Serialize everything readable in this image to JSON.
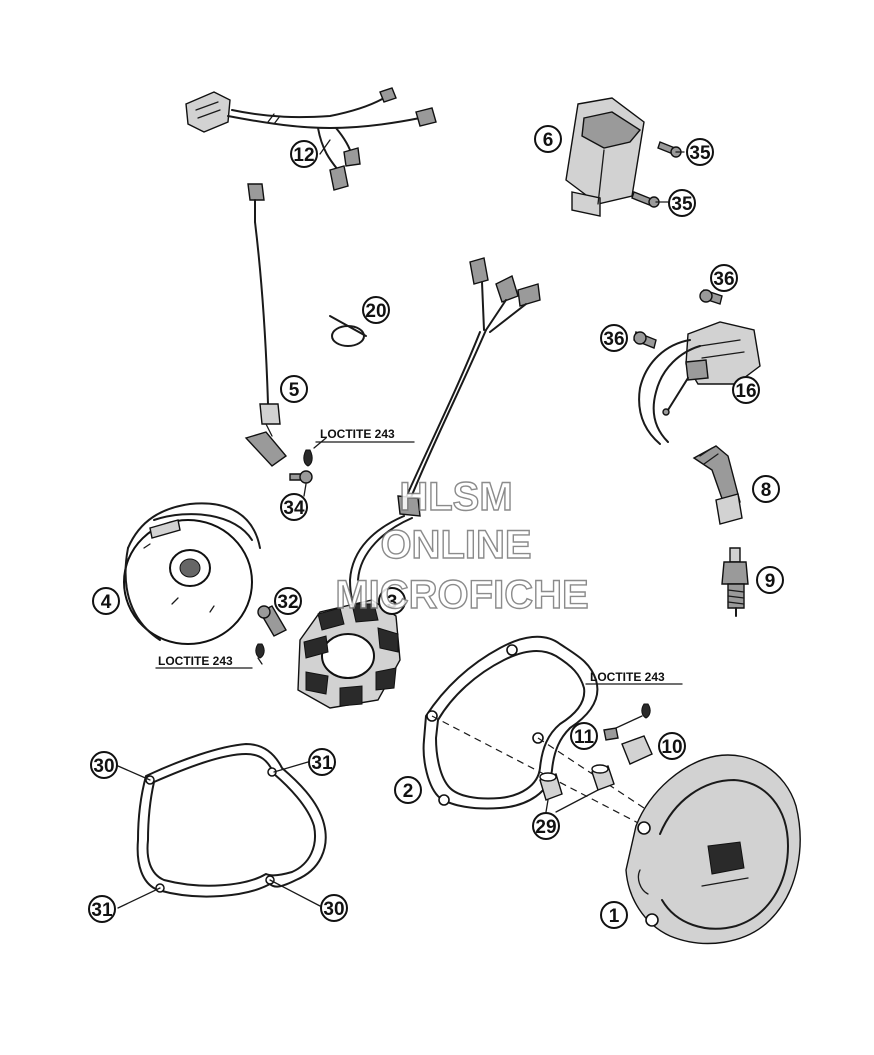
{
  "watermark": {
    "line1": "HLSM",
    "line2": "ONLINE",
    "line3": "MICROFICHE"
  },
  "loctite": {
    "label_34": "LOCTITE 243",
    "label_32": "LOCTITE 243",
    "label_11": "LOCTITE 243"
  },
  "callouts": {
    "c1": "1",
    "c2": "2",
    "c3": "3",
    "c4": "4",
    "c5": "5",
    "c6": "6",
    "c8": "8",
    "c9": "9",
    "c10": "10",
    "c11": "11",
    "c12": "12",
    "c16": "16",
    "c20": "20",
    "c29": "29",
    "c30a": "30",
    "c30b": "30",
    "c31a": "31",
    "c31b": "31",
    "c32": "32",
    "c34": "34",
    "c35a": "35",
    "c35b": "35",
    "c36a": "36",
    "c36b": "36"
  }
}
